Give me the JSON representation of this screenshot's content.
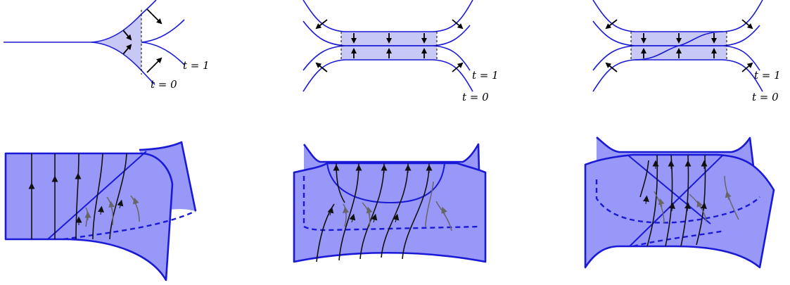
{
  "top_panels": [
    {
      "label_t1": "t = 1",
      "label_t0": "t = 0"
    },
    {
      "label_t1": "t = 1",
      "label_t0": "t = 0"
    },
    {
      "label_t1": "t = 1",
      "label_t0": "t = 0"
    }
  ],
  "colors": {
    "curve": "#1a1ad6",
    "shade_light": "#c8c8f4",
    "sheet_fill": "#9898f8",
    "flow_front": "#111111",
    "flow_back": "#666666"
  }
}
